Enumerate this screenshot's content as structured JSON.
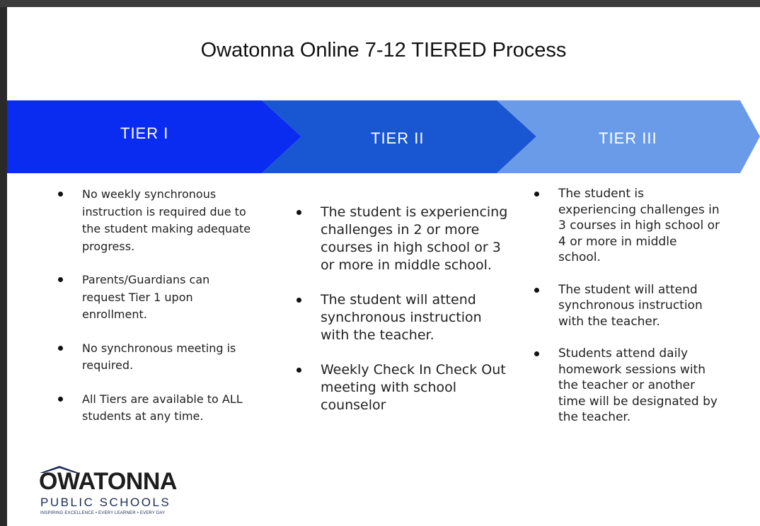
{
  "title": "Owatonna Online 7-12 TIERED Process",
  "tiers": [
    {
      "label": "TIER I",
      "color": "#0a2cf0",
      "bullets": [
        "No weekly synchronous instruction is required due to the student making adequate progress.",
        "Parents/Guardians can request Tier 1 upon enrollment.",
        "No synchronous meeting is required.",
        "All Tiers are available to ALL students at any time."
      ]
    },
    {
      "label": "TIER II",
      "color": "#1957d2",
      "bullets": [
        "The student is experiencing challenges in 2 or more courses in high school or 3 or more in middle school.",
        "The student will attend synchronous instruction with the teacher.",
        "Weekly Check In Check Out meeting with school counselor"
      ]
    },
    {
      "label": "TIER III",
      "color": "#6a9be8",
      "bullets": [
        "The student is experiencing challenges in 3 courses in high school or 4 or more in middle school.",
        "The student will attend synchronous instruction with the teacher.",
        "Students attend daily homework sessions with the teacher or another time will be designated by the teacher."
      ]
    }
  ],
  "logo": {
    "name": "OWATONNA",
    "subtitle": "PUBLIC SCHOOLS",
    "tagline": "INSPIRING EXCELLENCE • EVERY LEARNER • EVERY DAY"
  }
}
